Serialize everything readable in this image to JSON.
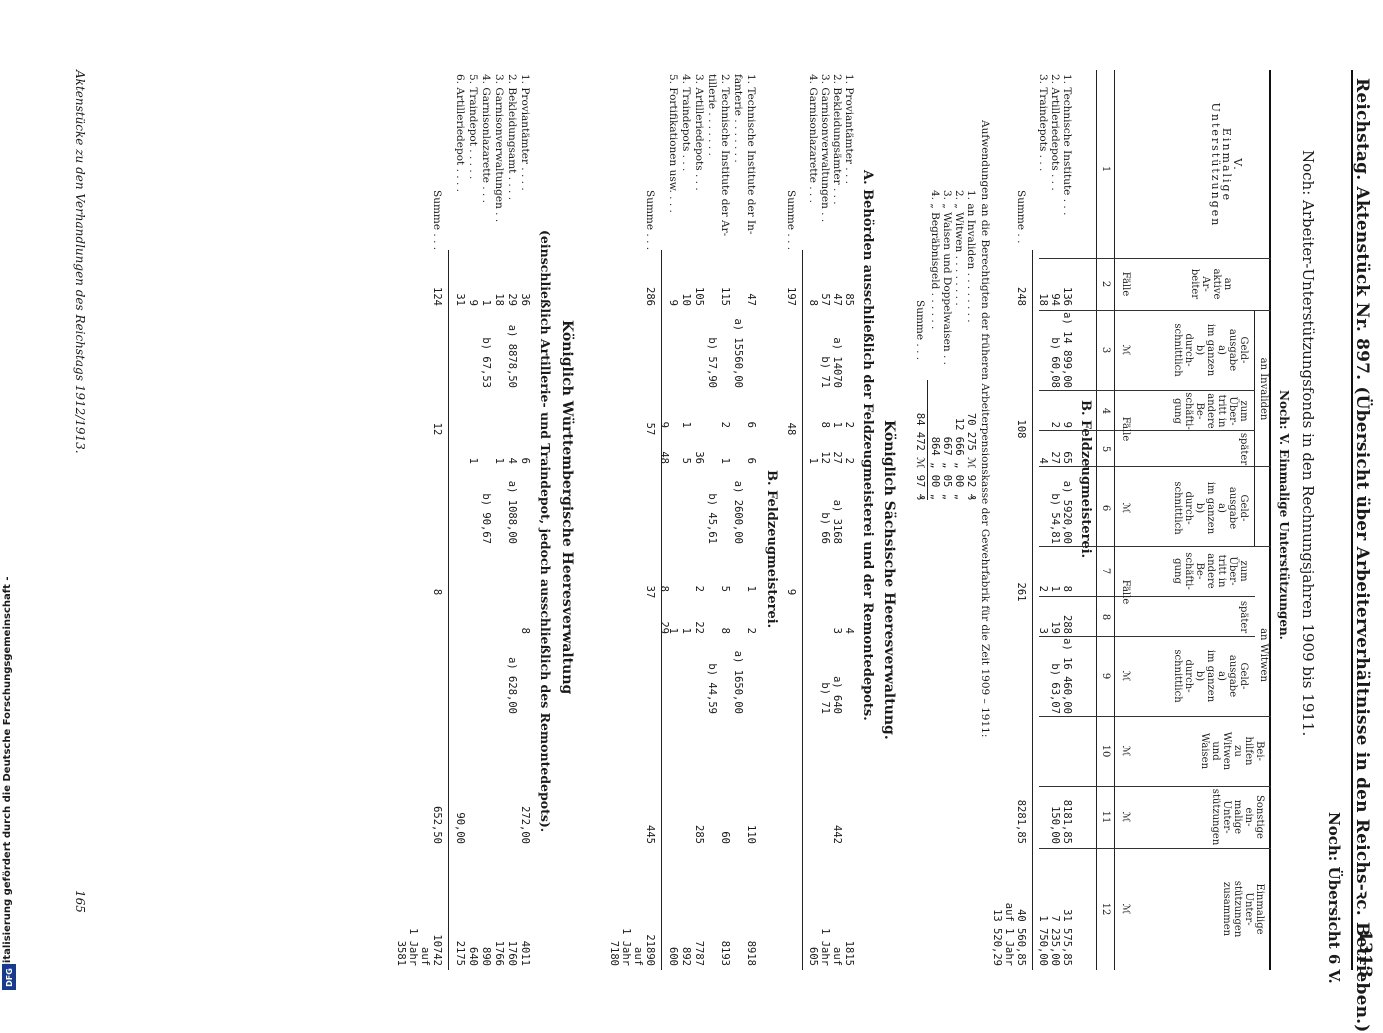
{
  "header": {
    "title": "Reichstag. Aktenstück Nr. 897. (Übersicht über Arbeiterverhältnisse in den Reichs-ꝛc. Betrieben.)",
    "page_number": "1313",
    "noch": "Noch: Übersicht 6 V.",
    "subtitle": "Noch: Arbeiter-Unterstützungsfonds in den Rechnungsjahren 1909 bis 1911.",
    "subtitle2": "Noch: V. Einmalige Unterstützungen."
  },
  "columns": {
    "c1": "V.\nEinmalige\nUnterstützungen",
    "group_invaliden": "an Invaliden",
    "group_witwen": "an Witwen",
    "c2": "an\naktive\nAr-\nbeiter",
    "c3": "Geld-\nausgabe\na)\nim ganzen\nb)\ndurch-\nschnittlich",
    "c4": "zum\nÜber-\ntritt in\nandere\nBe-\nschäfti-\ngung",
    "c5": "später",
    "c6": "Geld-\nausgabe\na)\nim ganzen\nb)\ndurch-\nschnittlich",
    "c7": "zum\nÜber-\ntritt in\nandere\nBe-\nschäfti-\ngung",
    "c8": "später",
    "c9": "Geld-\nausgabe\na)\nim ganzen\nb)\ndurch-\nschnittlich",
    "c10": "Bei-\nhilfen\nzu\nWitwen\nund\nWaisen",
    "c11": "Sonstige\nein-\nmalige\nUnter-\nstützungen",
    "c12": "Einmalige\nUnter-\nstützungen\nzusammen",
    "faelle": "Fälle",
    "mark": "ℳ",
    "nums": [
      "1",
      "2",
      "3",
      "4",
      "5",
      "6",
      "7",
      "8",
      "9",
      "10",
      "11",
      "12"
    ]
  },
  "section_B1": {
    "title": "B. Feldzeugmeisterei.",
    "rows": [
      {
        "label": "1. Technische Institute . . .",
        "c2": "136",
        "c3": "a) 14 899,00",
        "c4": "9",
        "c5": "65",
        "c6": "a) 5920,00",
        "c7": "8",
        "c8": "288",
        "c9": "a) 16 460,00",
        "c11": "8181,85",
        "c12": "31 575,85"
      },
      {
        "label": "2. Artilleriedepots . . .",
        "c2": "94",
        "c3": "b) 60,08",
        "c4": "2",
        "c5": "27",
        "c6": "b) 54,81",
        "c7": "1",
        "c8": "19",
        "c9": "b) 63,07",
        "c11": "150,00",
        "c12": "7 235,00"
      },
      {
        "label": "3. Traindepots . . .",
        "c2": "18",
        "c3": "",
        "c4": "",
        "c5": "4",
        "c6": "",
        "c7": "2",
        "c8": "3",
        "c9": "",
        "c11": "",
        "c12": "1 750,00"
      }
    ],
    "sum": {
      "label": "Summe . .",
      "c2": "248",
      "c45": "108",
      "c78": "261",
      "c11": "8281,85",
      "c12": "40 560,85",
      "c12b": "auf 1 Jahr",
      "c12c": "13 520,29"
    }
  },
  "pension": {
    "intro": "Aufwendungen an die Berechtigten der früheren Arbeiterpensionskasse der Gewehrfabrik für die Zeit 1909 – 1911:",
    "items": [
      {
        "label": "1. an Invaliden . . . . . . . .",
        "value": "70 275 ℳ 92 ₰"
      },
      {
        "label": "2. „ Witwen . . . . . . . .",
        "value": "12 666 „ 00 „"
      },
      {
        "label": "3. „ Waisen und Doppelwaisen . .",
        "value": "667 „ 05 „"
      },
      {
        "label": "4. „ Begräbnisgeld . . . . . .",
        "value": "864 „ 00 „"
      }
    ],
    "sum_label": "Summe . . .",
    "sum_value": "84 472 ℳ 97 ₰"
  },
  "section_saxony": {
    "title": "Königlich Sächsische Heeresverwaltung.",
    "subtitle": "A. Behörden ausschließlich der Feldzeugmeisterei und der Remontedepots.",
    "rows": [
      {
        "label": "1. Proviantämter . . .",
        "c2": "85",
        "c4": "2",
        "c5": "2",
        "c8": "4",
        "c11": "",
        "c12": "1815"
      },
      {
        "label": "2. Bekleidungsämter . . .",
        "c2": "47",
        "c3": "a) 14070",
        "c4": "1",
        "c5": "27",
        "c6": "a) 3168",
        "c8": "3",
        "c9": "a) 640",
        "c11": "442",
        "c12": "auf"
      },
      {
        "label": "3. Garnisonverwaltungen . .",
        "c2": "57",
        "c3": "b) 71",
        "c4": "8",
        "c5": "12",
        "c6": "b) 66",
        "c8": "",
        "c9": "b) 71",
        "c12": "1 Jahr"
      },
      {
        "label": "4. Garnisonlazarette . . .",
        "c2": "8",
        "c4": "",
        "c5": "1",
        "c12": "605"
      }
    ],
    "sum": {
      "label": "Summe . . .",
      "c2": "197",
      "c45": "48",
      "c78": "9"
    }
  },
  "section_B2": {
    "title": "B. Feldzeugmeisterei.",
    "rows": [
      {
        "label": "1. Technische Institute der In-",
        "c2": "47",
        "c4": "6",
        "c5": "6",
        "c7": "1",
        "c8": "2",
        "c11": "110",
        "c12": "8918"
      },
      {
        "label": "   fanterie . . . . . . .",
        "c2": "",
        "c3": "a) 15560,00",
        "c6": "a) 2600,00",
        "c9": "a) 1650,00"
      },
      {
        "label": "2. Technische Institute der Ar-",
        "c2": "115",
        "c4": "2",
        "c5": "1",
        "c7": "5",
        "c8": "8",
        "c11": "60",
        "c12": "8193"
      },
      {
        "label": "   tillerie . . . . . . .",
        "c2": "",
        "c3": "b) 57,90",
        "c6": "b) 45,61",
        "c9": "b) 44,59"
      },
      {
        "label": "3. Artilleriedepots . . .",
        "c2": "105",
        "c4": "",
        "c5": "36",
        "c7": "2",
        "c8": "22",
        "c11": "285",
        "c12": "7787"
      },
      {
        "label": "4. Traindepots . . .",
        "c2": "10",
        "c4": "1",
        "c5": "5",
        "c7": "",
        "c8": "1",
        "c12": "892"
      },
      {
        "label": "5. Fortifikationen usw. . . .",
        "c2": "9",
        "c4": "",
        "c5": "",
        "c7": "",
        "c8": "1",
        "c12": "600"
      }
    ],
    "sum": {
      "label": "Summe . . .",
      "c2": "286",
      "c4": "9",
      "c5": "48",
      "c45": "57",
      "c7": "8",
      "c8": "29",
      "c78": "37",
      "c11": "445",
      "c12": "21890",
      "c12b": "auf",
      "c12c": "1 Jahr",
      "c12d": "7180"
    }
  },
  "section_wuerttemberg": {
    "title": "Königlich Württembergische Heeresverwaltung",
    "subtitle": "(einschließlich Artillerie- und Traindepot, jedoch ausschließlich des Remontedepots).",
    "rows": [
      {
        "label": "1. Proviantämter . . . .",
        "c2": "36",
        "c4": "",
        "c5": "6",
        "c7": "",
        "c8": "8",
        "c11": "272,00",
        "c12": "4011"
      },
      {
        "label": "2. Bekleidungsamt . . . .",
        "c2": "29",
        "c3": "a) 8878,50",
        "c4": "",
        "c5": "4",
        "c6": "a) 1088,00",
        "c9": "a) 628,00",
        "c11": "",
        "c12": "1760"
      },
      {
        "label": "3. Garnisonverwaltungen . .",
        "c2": "18",
        "c4": "",
        "c5": "1",
        "c11": "",
        "c12": "1766"
      },
      {
        "label": "4. Garnisonlazarette . . .",
        "c2": "1",
        "c3": "b) 67,53",
        "c4": "",
        "c5": "",
        "c6": "b) 90,67",
        "c9": "",
        "c11": "",
        "c12": "890"
      },
      {
        "label": "5. Traindepot . . . . .",
        "c2": "9",
        "c4": "",
        "c5": "1",
        "c11": "",
        "c12": "640"
      },
      {
        "label": "6. Artilleriedepot . . . .",
        "c2": "31",
        "c4": "",
        "c5": "",
        "c11": "90,00",
        "c12": "2175"
      }
    ],
    "sum": {
      "label": "Summe . . .",
      "c2": "124",
      "c45": "12",
      "c78": "8",
      "c11": "652,50",
      "c12": "10742",
      "c12b": "auf",
      "c12c": "1 Jahr",
      "c12d": "3581"
    }
  },
  "footer": {
    "left": "Aktenstücke zu den Verhandlungen des Reichstags 1912/1913.",
    "right": "165"
  },
  "strip": {
    "text": "Digitalisierung gefördert durch die Deutsche Forschungsgemeinschaft -",
    "logo": "DFG"
  }
}
